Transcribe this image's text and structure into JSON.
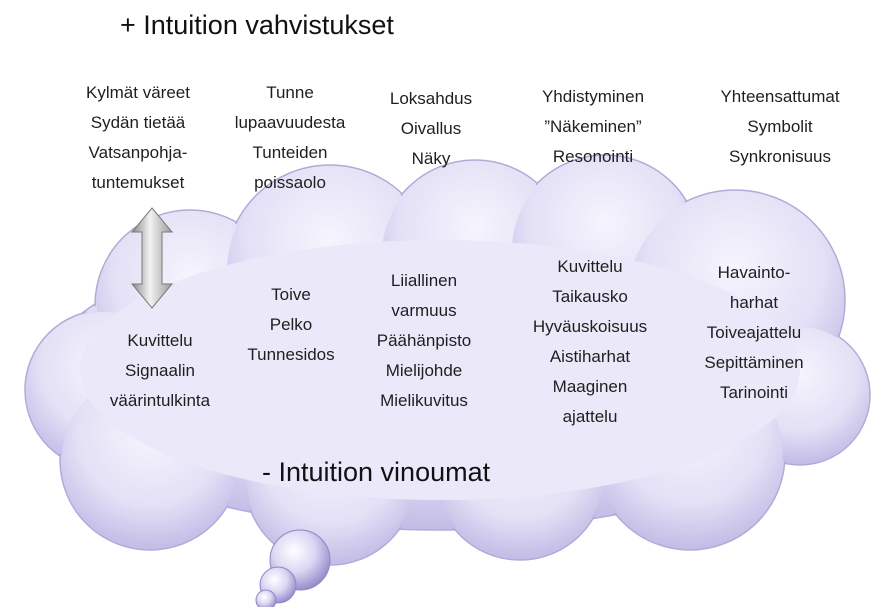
{
  "top_title": "+ Intuition vahvistukset",
  "bottom_title": "- Intuition vinoumat",
  "top_columns": [
    [
      "Kylmät väreet",
      "Sydän tietää",
      "Vatsanpohja-",
      "tuntemukset"
    ],
    [
      "Tunne",
      "lupaavuudesta",
      "Tunteiden",
      "poissaolo"
    ],
    [
      "Loksahdus",
      "Oivallus",
      "Näky"
    ],
    [
      "Yhdistyminen",
      "”Näkeminen”",
      "Resonointi"
    ],
    [
      "Yhteensattumat",
      "Symbolit",
      "Synkronisuus"
    ]
  ],
  "cloud_columns": [
    [
      "Kuvittelu",
      "Signaalin",
      "väärintulkinta"
    ],
    [
      "Toive",
      "Pelko",
      "Tunnesidos"
    ],
    [
      "Liiallinen",
      "varmuus",
      "Päähänpisto",
      "Mielijohde",
      "Mielikuvitus"
    ],
    [
      "Kuvittelu",
      "Taikausko",
      "Hyväuskoisuus",
      "Aistiharhat",
      "Maaginen",
      "ajattelu"
    ],
    [
      "Havainto-",
      "harhat",
      "Toiveajattelu",
      "Sepittäminen",
      "Tarinointi"
    ]
  ],
  "colors": {
    "cloud_light": "#f4f2fc",
    "cloud_mid": "#d4cff0",
    "cloud_dark": "#8f86c4",
    "arrow": "#b8b8b8"
  }
}
